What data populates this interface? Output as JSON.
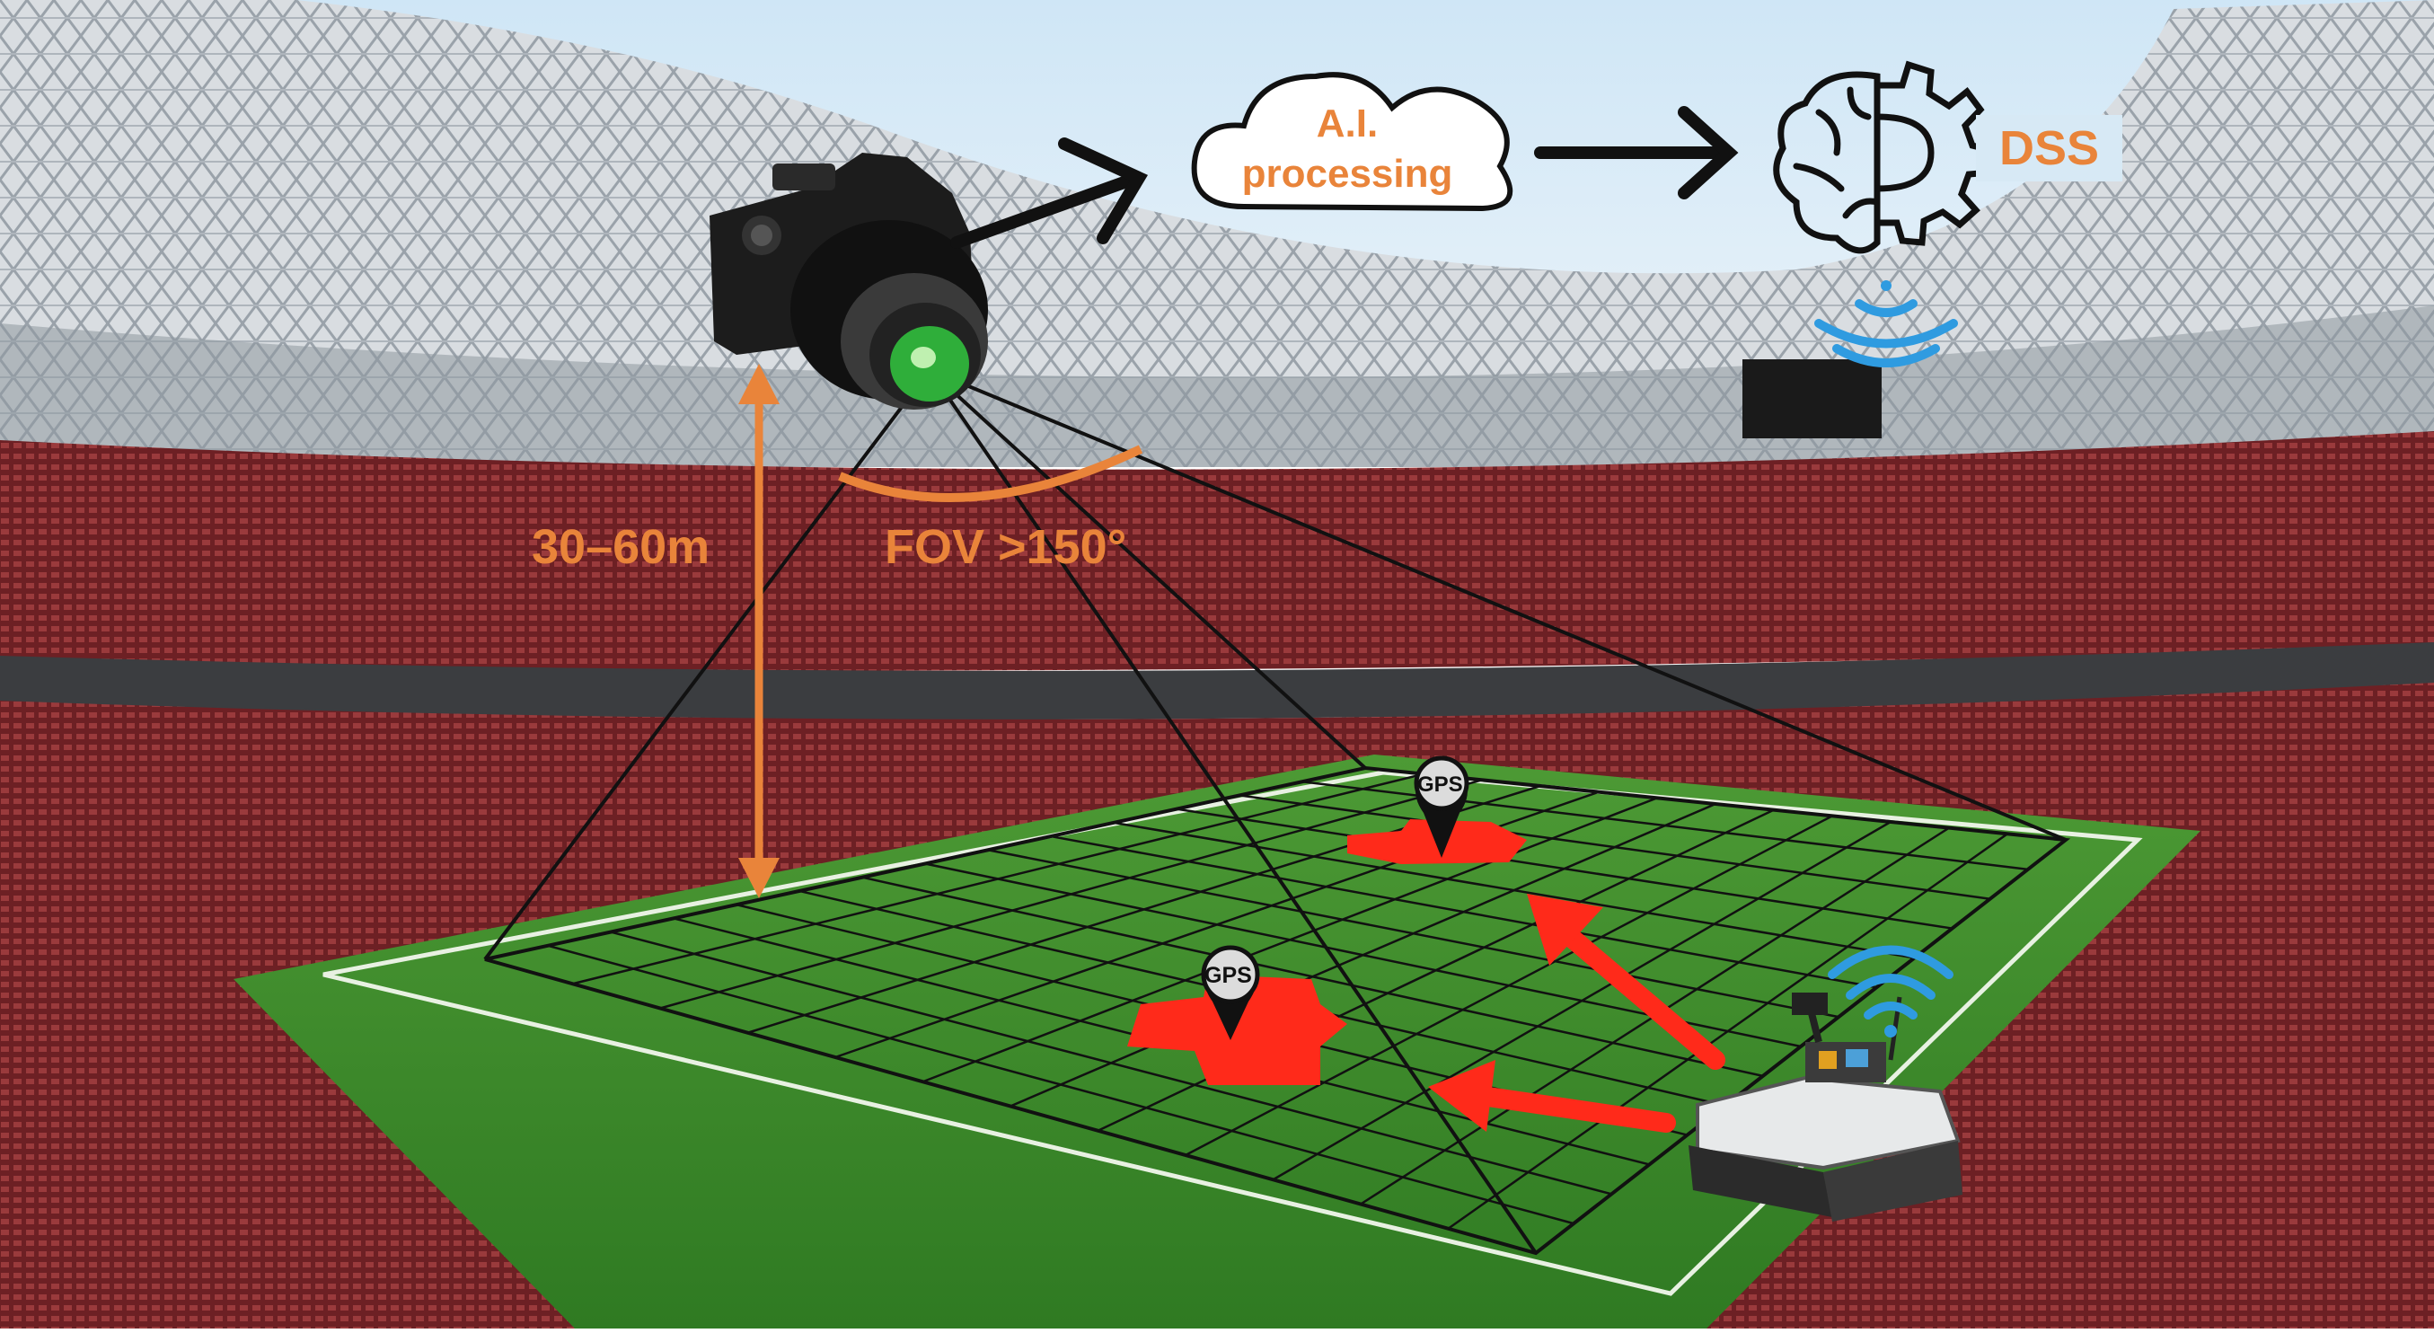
{
  "labels": {
    "ai_processing": "A.I.\nprocessing",
    "dss": "DSS",
    "camera_height": "30–60m",
    "fov": "FOV >150°",
    "gps_marker_1": "GPS",
    "gps_marker_2": "GPS"
  },
  "colors": {
    "sky": "#d5e9f5",
    "stadium_roof": "#c9cfd4",
    "seats": "#7a2326",
    "pitch": "#3f8a2c",
    "accent_orange": "#e9843a",
    "target_red": "#ff2a1a",
    "wifi_blue": "#2f9be0",
    "grid_line": "#111111"
  },
  "icons": {
    "camera": "camera-icon",
    "cloud": "cloud-icon",
    "brain_gear": "brain-gear-icon",
    "wifi": "wifi-icon",
    "robot": "tracked-robot-icon",
    "gps_pin": "gps-pin-icon"
  }
}
